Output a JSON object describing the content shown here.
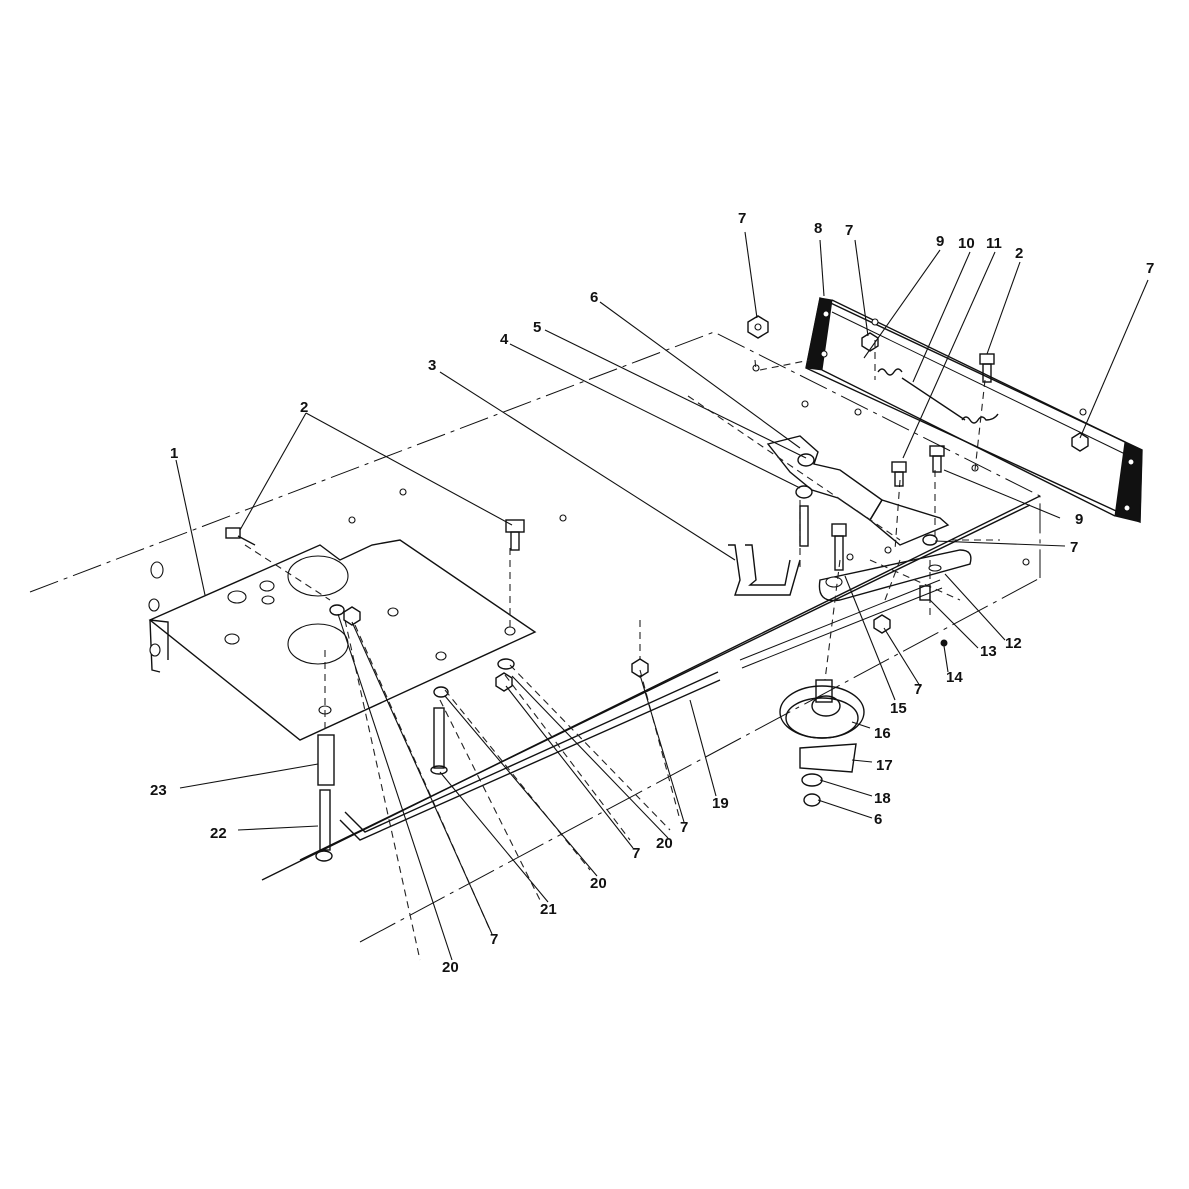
{
  "diagram": {
    "callouts": [
      {
        "id": "c1",
        "text": "1"
      },
      {
        "id": "c2a",
        "text": "2"
      },
      {
        "id": "c2b",
        "text": "2"
      },
      {
        "id": "c3",
        "text": "3"
      },
      {
        "id": "c4",
        "text": "4"
      },
      {
        "id": "c5",
        "text": "5"
      },
      {
        "id": "c6a",
        "text": "6"
      },
      {
        "id": "c6b",
        "text": "6"
      },
      {
        "id": "c7a",
        "text": "7"
      },
      {
        "id": "c7b",
        "text": "7"
      },
      {
        "id": "c7c",
        "text": "7"
      },
      {
        "id": "c7d",
        "text": "7"
      },
      {
        "id": "c7e",
        "text": "7"
      },
      {
        "id": "c7f",
        "text": "7"
      },
      {
        "id": "c7g",
        "text": "7"
      },
      {
        "id": "c7h",
        "text": "7"
      },
      {
        "id": "c8",
        "text": "8"
      },
      {
        "id": "c9a",
        "text": "9"
      },
      {
        "id": "c9b",
        "text": "9"
      },
      {
        "id": "c10",
        "text": "10"
      },
      {
        "id": "c11",
        "text": "11"
      },
      {
        "id": "c12",
        "text": "12"
      },
      {
        "id": "c13",
        "text": "13"
      },
      {
        "id": "c14",
        "text": "14"
      },
      {
        "id": "c15",
        "text": "15"
      },
      {
        "id": "c16",
        "text": "16"
      },
      {
        "id": "c17",
        "text": "17"
      },
      {
        "id": "c18",
        "text": "18"
      },
      {
        "id": "c19",
        "text": "19"
      },
      {
        "id": "c20a",
        "text": "20"
      },
      {
        "id": "c20b",
        "text": "20"
      },
      {
        "id": "c20c",
        "text": "20"
      },
      {
        "id": "c21",
        "text": "21"
      },
      {
        "id": "c22",
        "text": "22"
      },
      {
        "id": "c23",
        "text": "23"
      }
    ]
  }
}
